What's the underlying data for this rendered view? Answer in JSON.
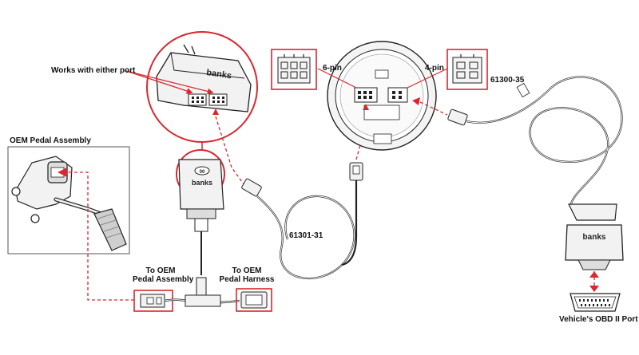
{
  "labels": {
    "works_with_either_port": "Works with either port",
    "oem_pedal_assembly": "OEM Pedal Assembly",
    "six_pin": "6-pin",
    "four_pin": "4-pin",
    "part_61300_35": "61300-35",
    "part_61301_31": "61301-31",
    "to_oem_pedal_assembly_line1": "To OEM",
    "to_oem_pedal_assembly_line2": "Pedal Assembly",
    "to_oem_pedal_harness_line1": "To OEM",
    "to_oem_pedal_harness_line2": "Pedal Harness",
    "vehicle_obd_port": "Vehicle's OBD II Port"
  },
  "branding": {
    "module_logo": "banks",
    "obd_connector_logo": "banks",
    "module_logo_small": "banks",
    "module_badge": "00"
  },
  "colors": {
    "accent_red": "#d7282f",
    "line_black": "#1a1a1a",
    "part_fill": "#f2f2f2"
  }
}
